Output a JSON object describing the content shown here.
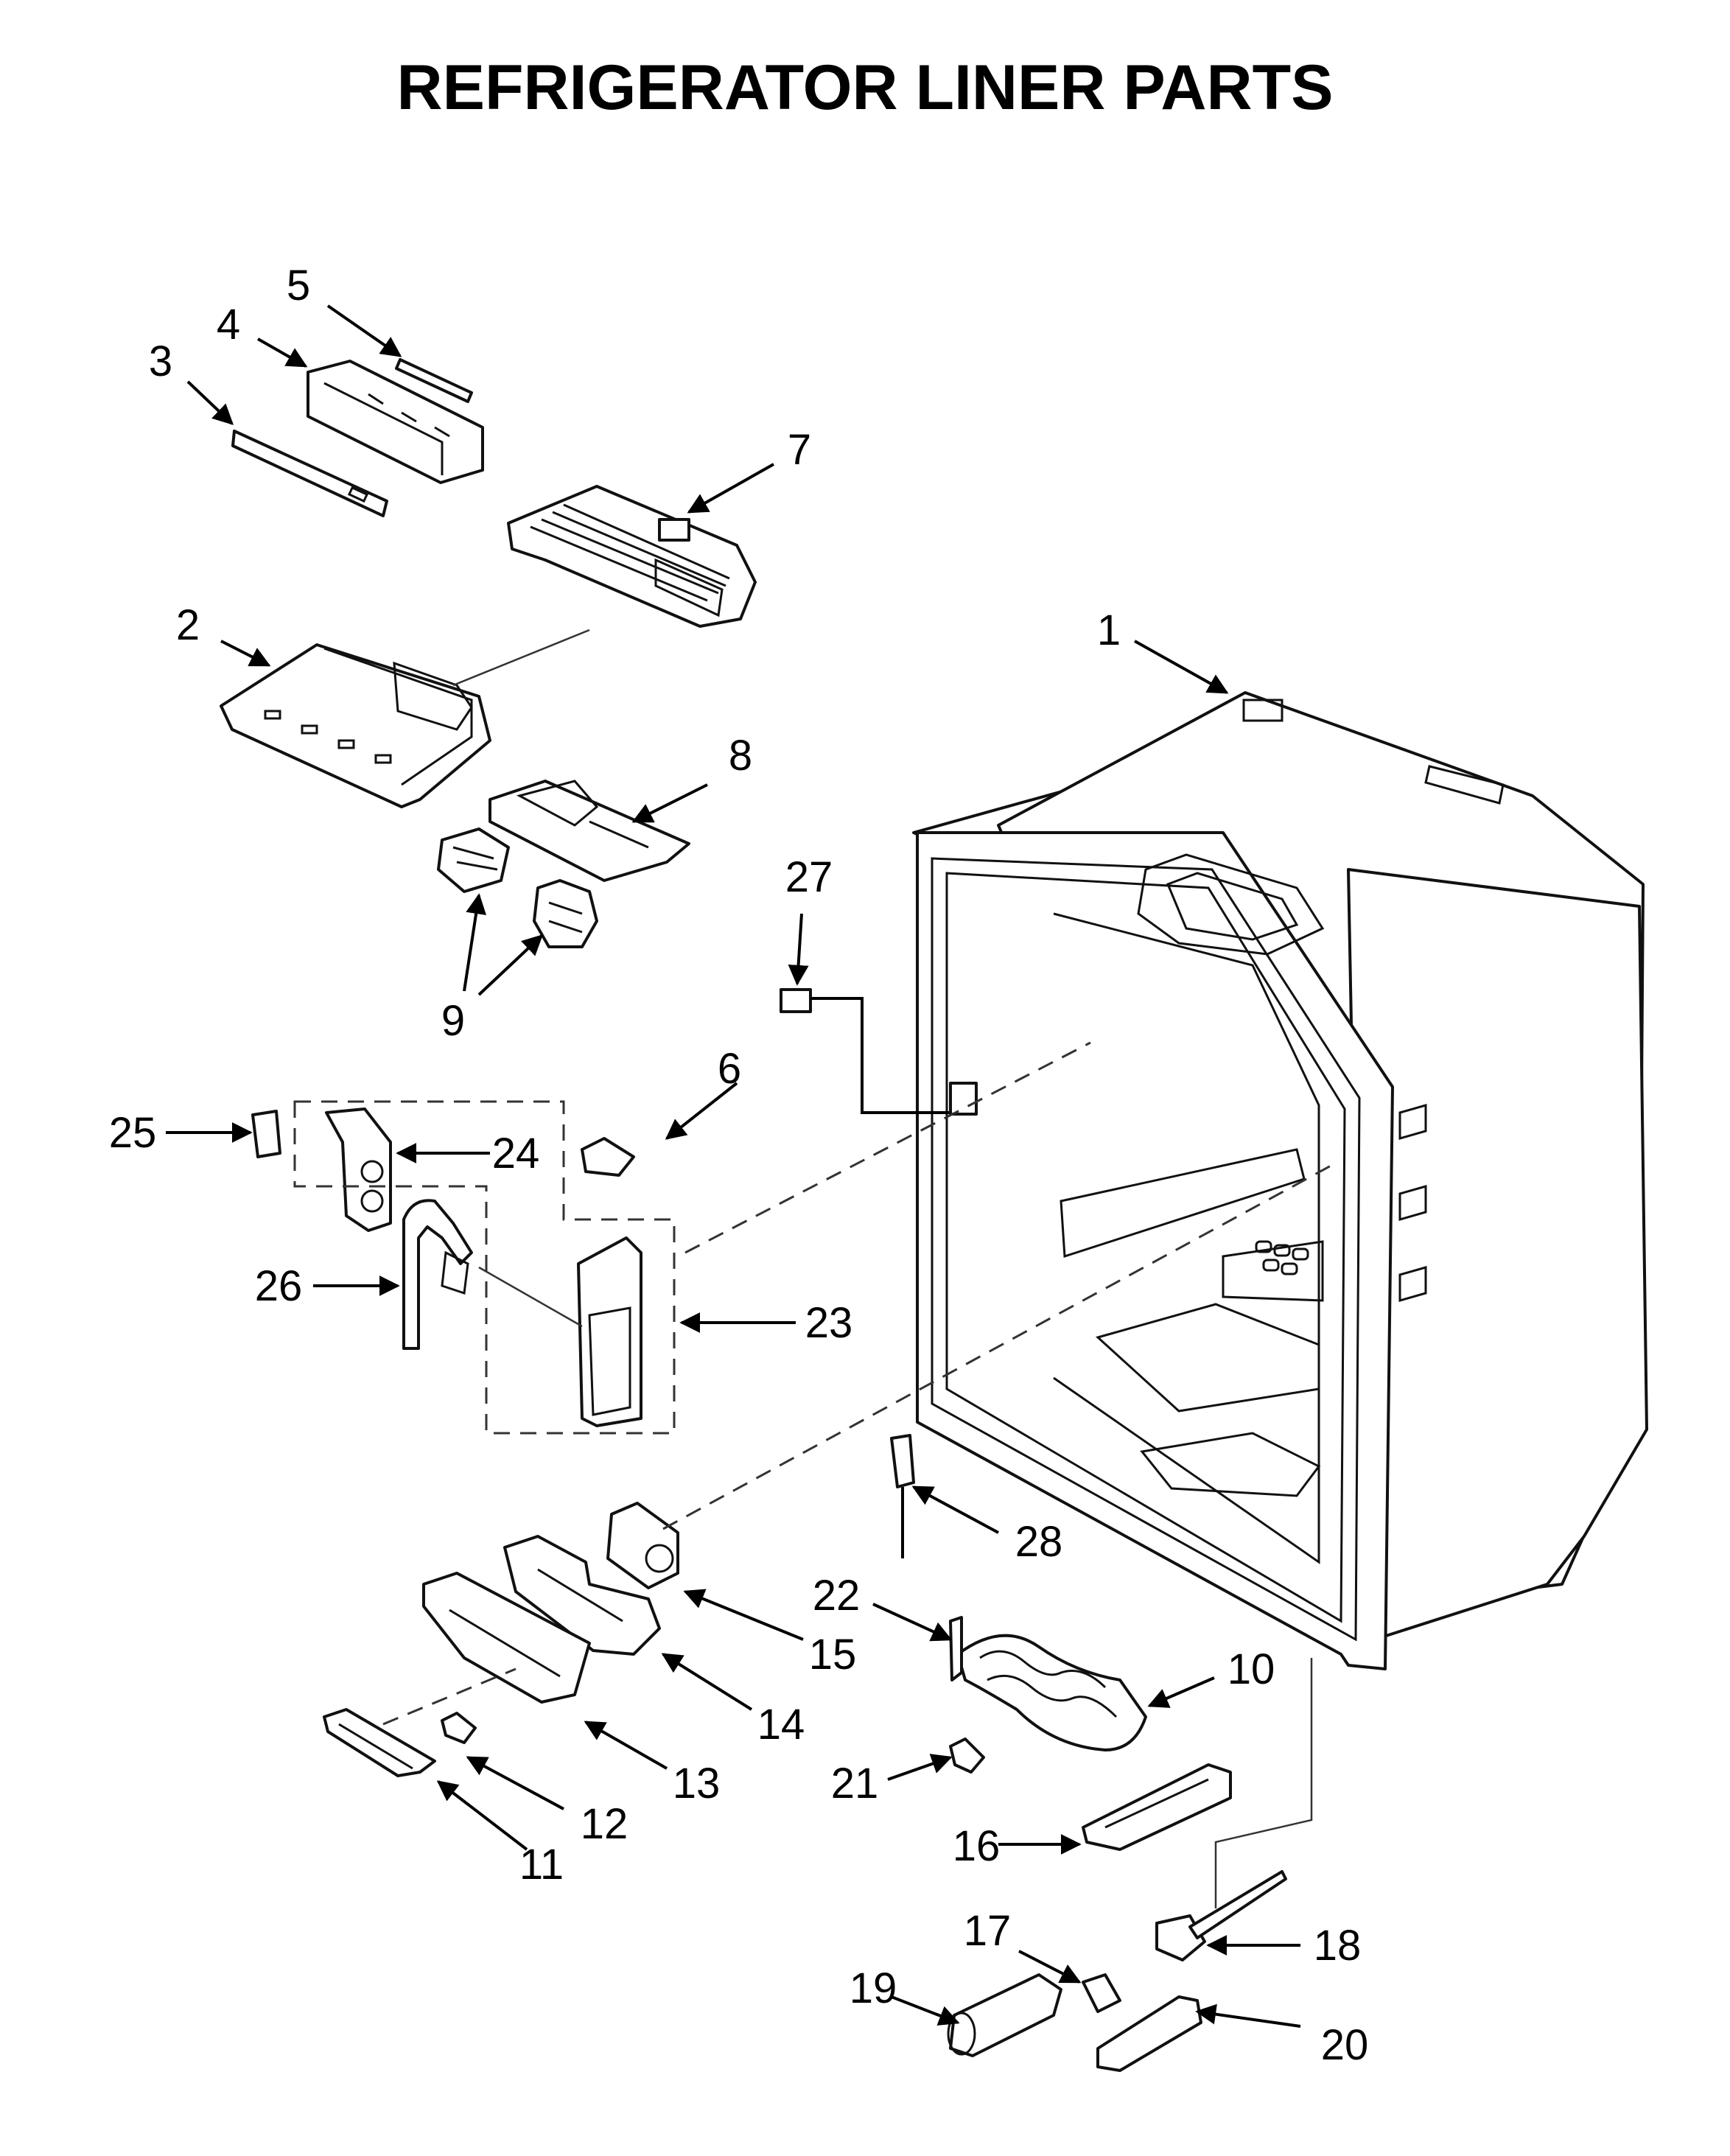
{
  "title": "REFRIGERATOR LINER PARTS",
  "callouts": [
    "1",
    "2",
    "3",
    "4",
    "5",
    "6",
    "7",
    "8",
    "9",
    "10",
    "11",
    "12",
    "13",
    "14",
    "15",
    "16",
    "17",
    "18",
    "19",
    "20",
    "21",
    "22",
    "23",
    "24",
    "25",
    "26",
    "27",
    "28"
  ]
}
